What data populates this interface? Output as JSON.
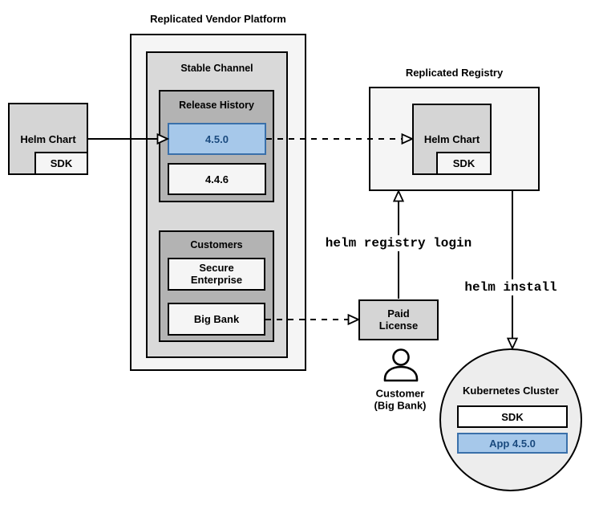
{
  "platform": {
    "title": "Replicated Vendor Platform",
    "stable_channel": {
      "label": "Stable Channel"
    },
    "release_history": {
      "label": "Release History",
      "releases": [
        {
          "version": "4.5.0",
          "highlighted": true
        },
        {
          "version": "4.4.6",
          "highlighted": false
        }
      ]
    },
    "customers": {
      "label": "Customers",
      "items": [
        {
          "name": "Secure\nEnterprise"
        },
        {
          "name": "Big Bank"
        }
      ]
    }
  },
  "source_helm_chart": {
    "label": "Helm Chart",
    "sdk": "SDK"
  },
  "registry": {
    "title": "Replicated Registry",
    "helm_chart": {
      "label": "Helm Chart",
      "sdk": "SDK"
    }
  },
  "paid_license": {
    "label": "Paid\nLicense"
  },
  "customer": {
    "caption": "Customer\n(Big Bank)"
  },
  "commands": {
    "registry_login": "helm registry login",
    "install": "helm install"
  },
  "cluster": {
    "title": "Kubernetes Cluster",
    "sdk": "SDK",
    "app": "App 4.5.0"
  },
  "colors": {
    "highlight_fill": "#a6c8ea",
    "highlight_border": "#3a70aa",
    "highlight_text": "#1a4a7e",
    "group_dark_fill": "#b3b3b3",
    "group_mid_fill": "#d9d9d9",
    "group_light_fill": "#f5f5f5",
    "chart_fill": "#d5d5d5",
    "circle_fill": "#ededed",
    "line_color": "#000000"
  }
}
